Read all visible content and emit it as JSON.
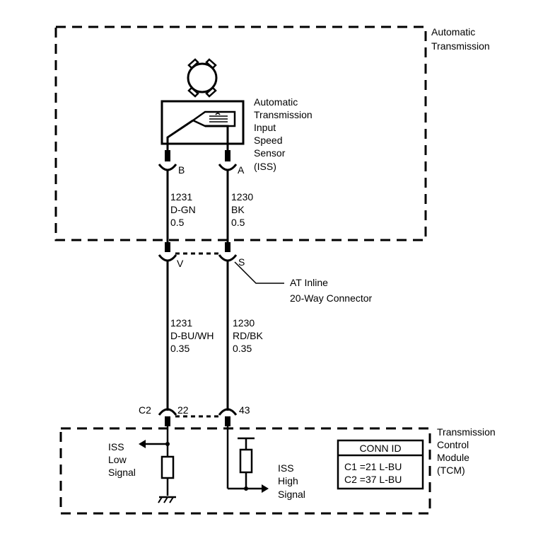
{
  "transmission_box": {
    "title_line1": "Automatic",
    "title_line2": "Transmission"
  },
  "sensor": {
    "name_line1": "Automatic",
    "name_line2": "Transmission",
    "name_line3": "Input",
    "name_line4": "Speed",
    "name_line5": "Sensor",
    "name_line6": "(ISS)",
    "pin_b": "B",
    "pin_a": "A"
  },
  "wires_upper": {
    "left": {
      "circuit": "1231",
      "color": "D-GN",
      "gauge": "0.5"
    },
    "right": {
      "circuit": "1230",
      "color": "BK",
      "gauge": "0.5"
    }
  },
  "inline_connector": {
    "pin_left": "V",
    "pin_right": "S",
    "name_line1": "AT Inline",
    "name_line2": "20-Way Connector"
  },
  "wires_lower": {
    "left": {
      "circuit": "1231",
      "color": "D-BU/WH",
      "gauge": "0.35"
    },
    "right": {
      "circuit": "1230",
      "color": "RD/BK",
      "gauge": "0.35"
    }
  },
  "tcm_connector": {
    "connector_id": "C2",
    "pin_left": "22",
    "pin_right": "43"
  },
  "tcm_box": {
    "title_line1": "Transmission",
    "title_line2": "Control",
    "title_line3": "Module",
    "title_line4": "(TCM)",
    "low_signal_line1": "ISS",
    "low_signal_line2": "Low",
    "low_signal_line3": "Signal",
    "high_signal_line1": "ISS",
    "high_signal_line2": "High",
    "high_signal_line3": "Signal"
  },
  "conn_id_table": {
    "header": "CONN ID",
    "row1": "C1 =21 L-BU",
    "row2": "C2 =37 L-BU"
  }
}
